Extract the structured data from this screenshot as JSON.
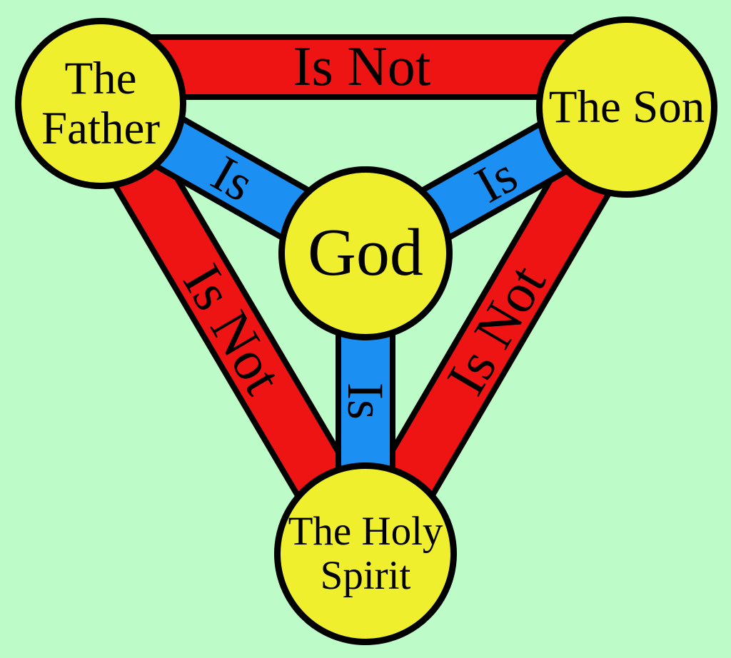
{
  "colors": {
    "background": "#BDFBC8",
    "node_fill": "#F0EF2E",
    "outline": "#000000",
    "is_not_bar": "#EE1414",
    "is_bar": "#1B90F2",
    "label_text": "#000000"
  },
  "nodes": {
    "father": {
      "lines": [
        "The",
        "Father"
      ]
    },
    "son": {
      "lines": [
        "The Son"
      ]
    },
    "god": {
      "lines": [
        "God"
      ]
    },
    "holy_spirit": {
      "lines": [
        "The Holy",
        "Spirit"
      ]
    }
  },
  "edges": {
    "father_son": {
      "label": "Is Not"
    },
    "father_spirit": {
      "label": "Is Not"
    },
    "son_spirit": {
      "label": "Is Not"
    },
    "father_god": {
      "label": "Is"
    },
    "son_god": {
      "label": "Is"
    },
    "spirit_god": {
      "label": "Is"
    }
  }
}
